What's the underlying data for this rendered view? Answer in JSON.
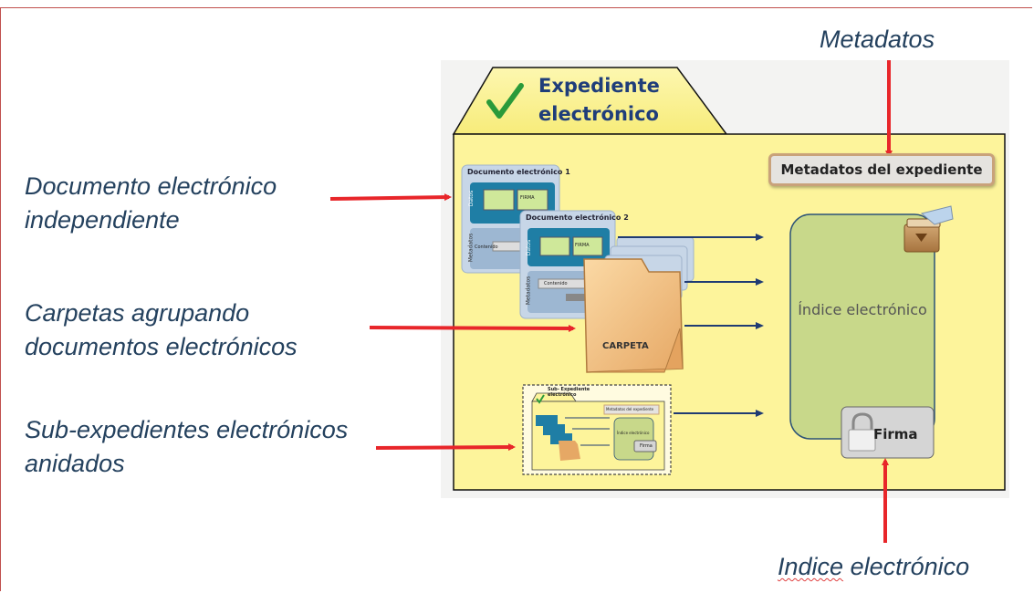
{
  "labels": {
    "metadatos": "Metadatos",
    "doc_independiente": [
      "Documento electrónico",
      "independiente"
    ],
    "carpetas": [
      "Carpetas agrupando",
      "documentos electrónicos"
    ],
    "sub_expedientes": [
      "Sub-expedientes electrónicos",
      "anidados"
    ],
    "indice_bottom": "Indice",
    "indice_bottom_rest": " electrónico"
  },
  "folder": {
    "title": [
      "Expediente",
      "electrónico"
    ],
    "metadatos_box": "Metadatos del expediente",
    "indice": "Índice electrónico",
    "firma": "Firma"
  },
  "documents": {
    "doc1_title": "Documento electrónico 1",
    "doc2_title": "Documento electrónico 2",
    "carpeta": "CARPETA",
    "side_data": "Datos",
    "side_meta": "Metadatos",
    "block_firma": "FIRMA",
    "block_contenido": "Contenido"
  },
  "sub_expediente": {
    "title": [
      "Sub- Expediente",
      "electrónico"
    ],
    "metadatos_box": "Metadatos del expediente",
    "indice": "Índice electrónico",
    "firma": "Firma"
  },
  "colors": {
    "label_text": "#24415e",
    "arrow_red": "#e8262a",
    "arrow_navy": "#1f3b73",
    "folder_fill": "#fdf49b",
    "indice_fill": "#c8d88a"
  }
}
